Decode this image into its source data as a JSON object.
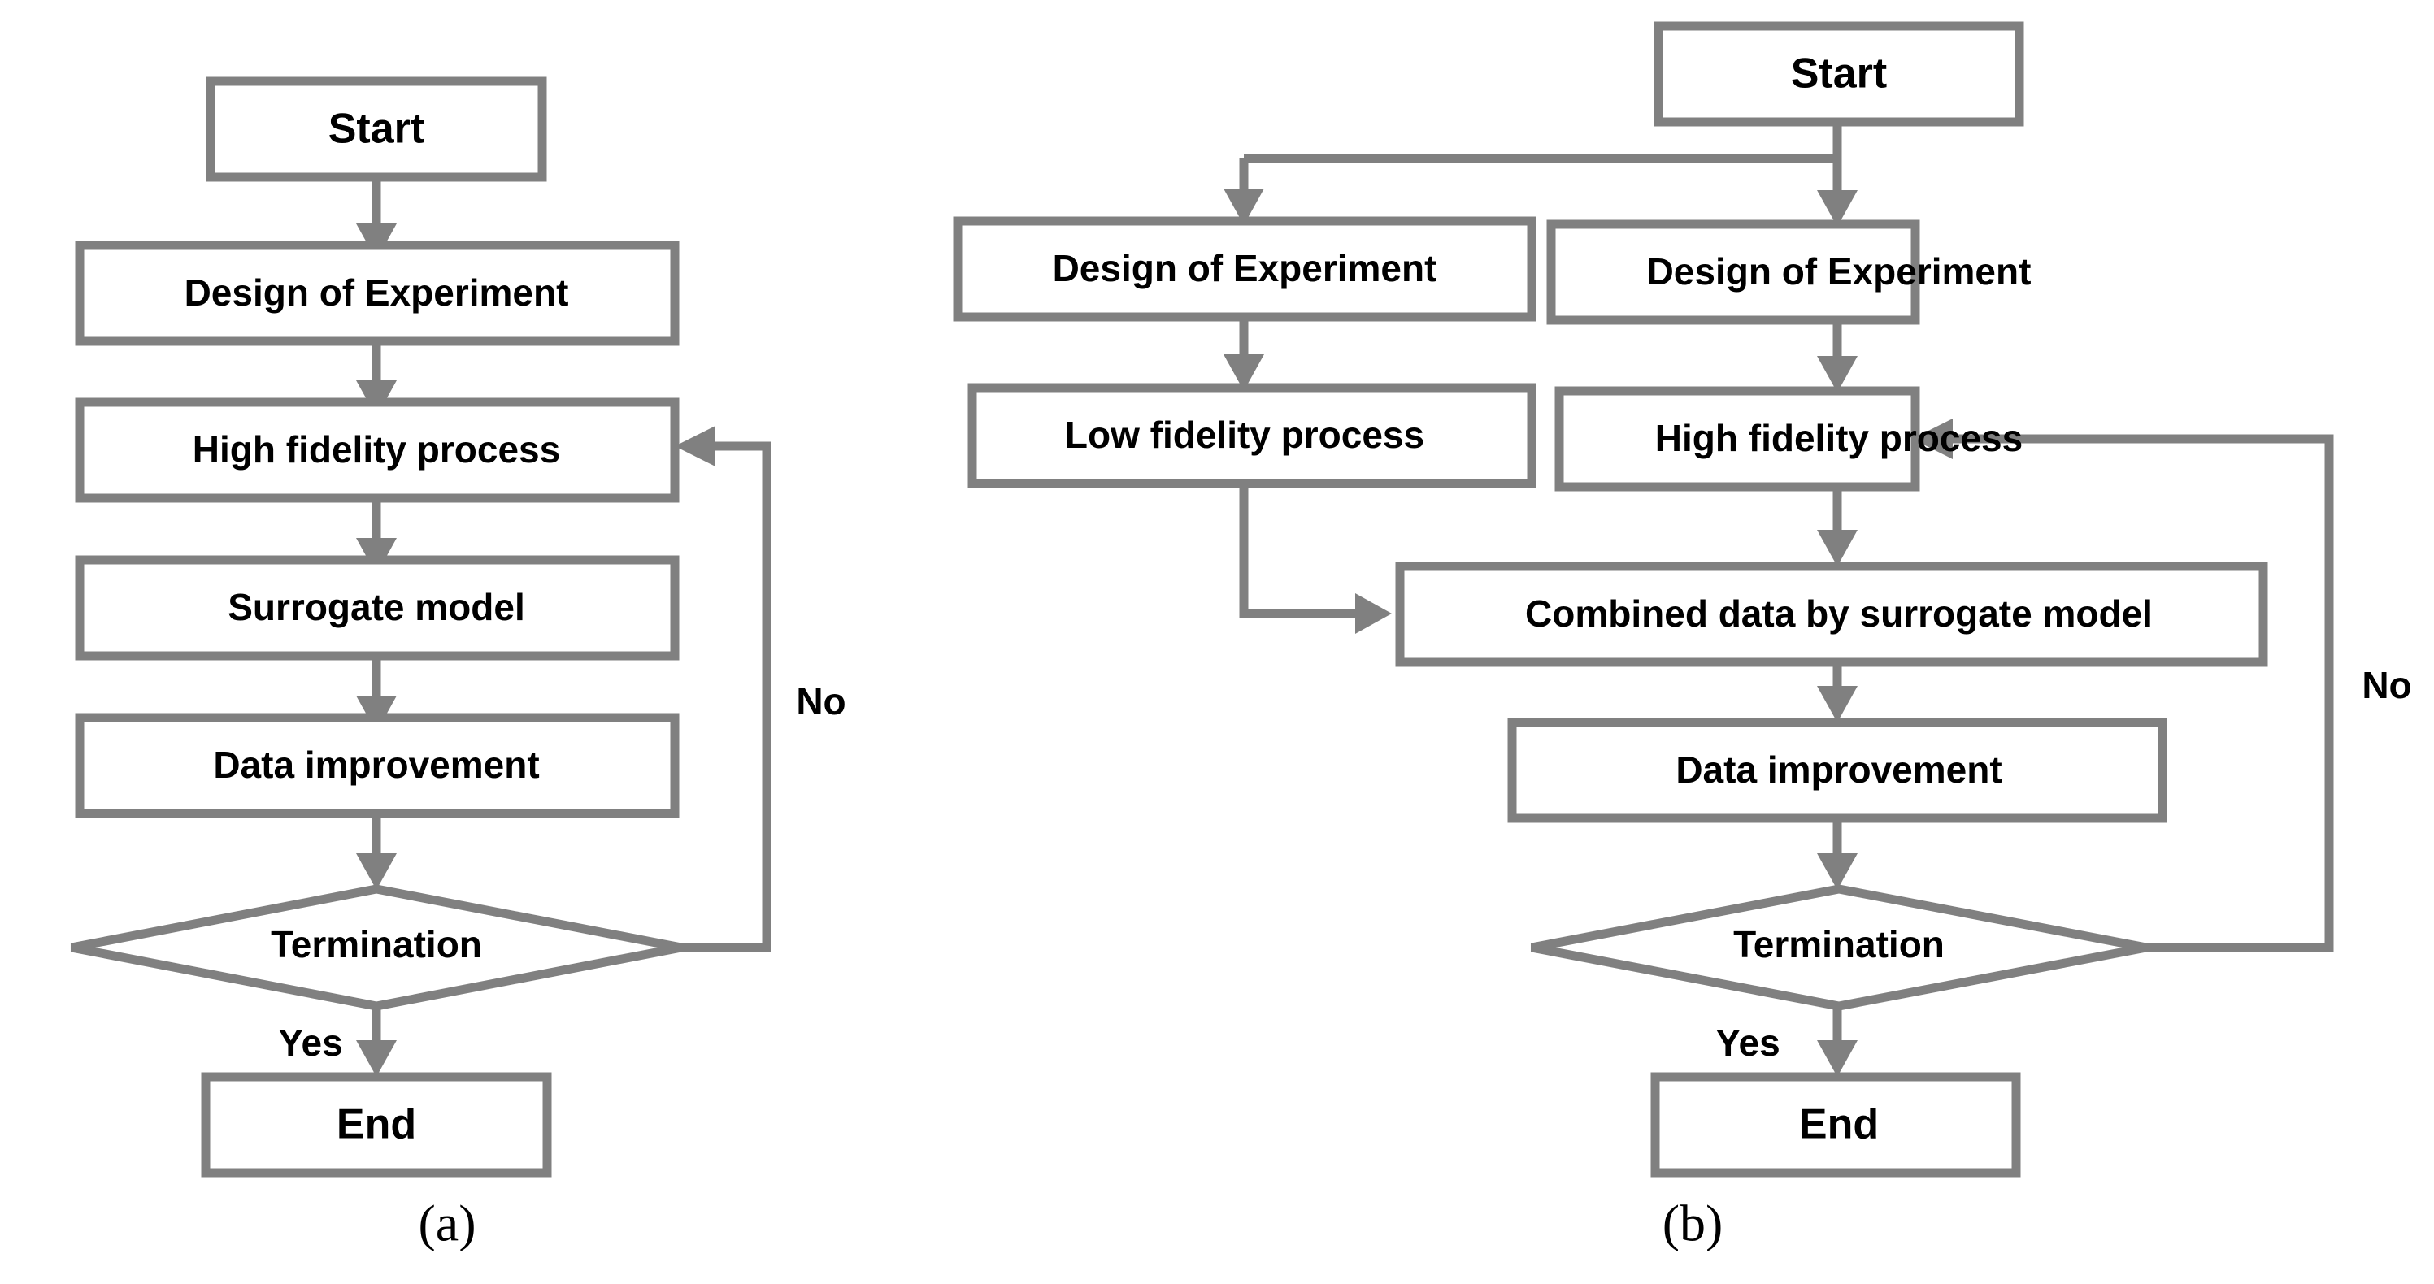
{
  "figure": {
    "type": "flowchart",
    "background_color": "#ffffff",
    "shape_stroke_color": "#808080",
    "shape_fill_color": "#ffffff",
    "text_color": "#000000",
    "panels": [
      {
        "id": "a",
        "caption": "(a)",
        "nodes": [
          {
            "id": "a-start",
            "label": "Start",
            "shape": "rect"
          },
          {
            "id": "a-doe",
            "label": "Design of Experiment",
            "shape": "rect"
          },
          {
            "id": "a-high",
            "label": "High fidelity process",
            "shape": "rect"
          },
          {
            "id": "a-surrogate",
            "label": "Surrogate model",
            "shape": "rect"
          },
          {
            "id": "a-improve",
            "label": "Data improvement",
            "shape": "rect"
          },
          {
            "id": "a-termination",
            "label": "Termination",
            "shape": "diamond"
          },
          {
            "id": "a-end",
            "label": "End",
            "shape": "rect"
          }
        ],
        "edges": [
          {
            "from": "a-start",
            "to": "a-doe",
            "label": ""
          },
          {
            "from": "a-doe",
            "to": "a-high",
            "label": ""
          },
          {
            "from": "a-high",
            "to": "a-surrogate",
            "label": ""
          },
          {
            "from": "a-surrogate",
            "to": "a-improve",
            "label": ""
          },
          {
            "from": "a-improve",
            "to": "a-termination",
            "label": ""
          },
          {
            "from": "a-termination",
            "to": "a-end",
            "label": "Yes"
          },
          {
            "from": "a-termination",
            "to": "a-high",
            "label": "No"
          }
        ]
      },
      {
        "id": "b",
        "caption": "(b)",
        "nodes": [
          {
            "id": "b-start",
            "label": "Start",
            "shape": "rect"
          },
          {
            "id": "b-doe-left",
            "label": "Design of Experiment",
            "shape": "rect"
          },
          {
            "id": "b-doe-right",
            "label": "Design of Experiment",
            "shape": "rect"
          },
          {
            "id": "b-low",
            "label": "Low fidelity process",
            "shape": "rect"
          },
          {
            "id": "b-high",
            "label": "High fidelity process",
            "shape": "rect"
          },
          {
            "id": "b-combined",
            "label": "Combined data by surrogate model",
            "shape": "rect"
          },
          {
            "id": "b-improve",
            "label": "Data improvement",
            "shape": "rect"
          },
          {
            "id": "b-termination",
            "label": "Termination",
            "shape": "diamond"
          },
          {
            "id": "b-end",
            "label": "End",
            "shape": "rect"
          }
        ],
        "edges": [
          {
            "from": "b-start",
            "to": "b-doe-left",
            "label": ""
          },
          {
            "from": "b-start",
            "to": "b-doe-right",
            "label": ""
          },
          {
            "from": "b-doe-left",
            "to": "b-low",
            "label": ""
          },
          {
            "from": "b-doe-right",
            "to": "b-high",
            "label": ""
          },
          {
            "from": "b-low",
            "to": "b-combined",
            "label": ""
          },
          {
            "from": "b-high",
            "to": "b-combined",
            "label": ""
          },
          {
            "from": "b-combined",
            "to": "b-improve",
            "label": ""
          },
          {
            "from": "b-improve",
            "to": "b-termination",
            "label": ""
          },
          {
            "from": "b-termination",
            "to": "b-end",
            "label": "Yes"
          },
          {
            "from": "b-termination",
            "to": "b-high",
            "label": "No"
          }
        ]
      }
    ],
    "edge_labels": {
      "a_no": "No",
      "a_yes": "Yes",
      "b_no": "No",
      "b_yes": "Yes"
    }
  }
}
